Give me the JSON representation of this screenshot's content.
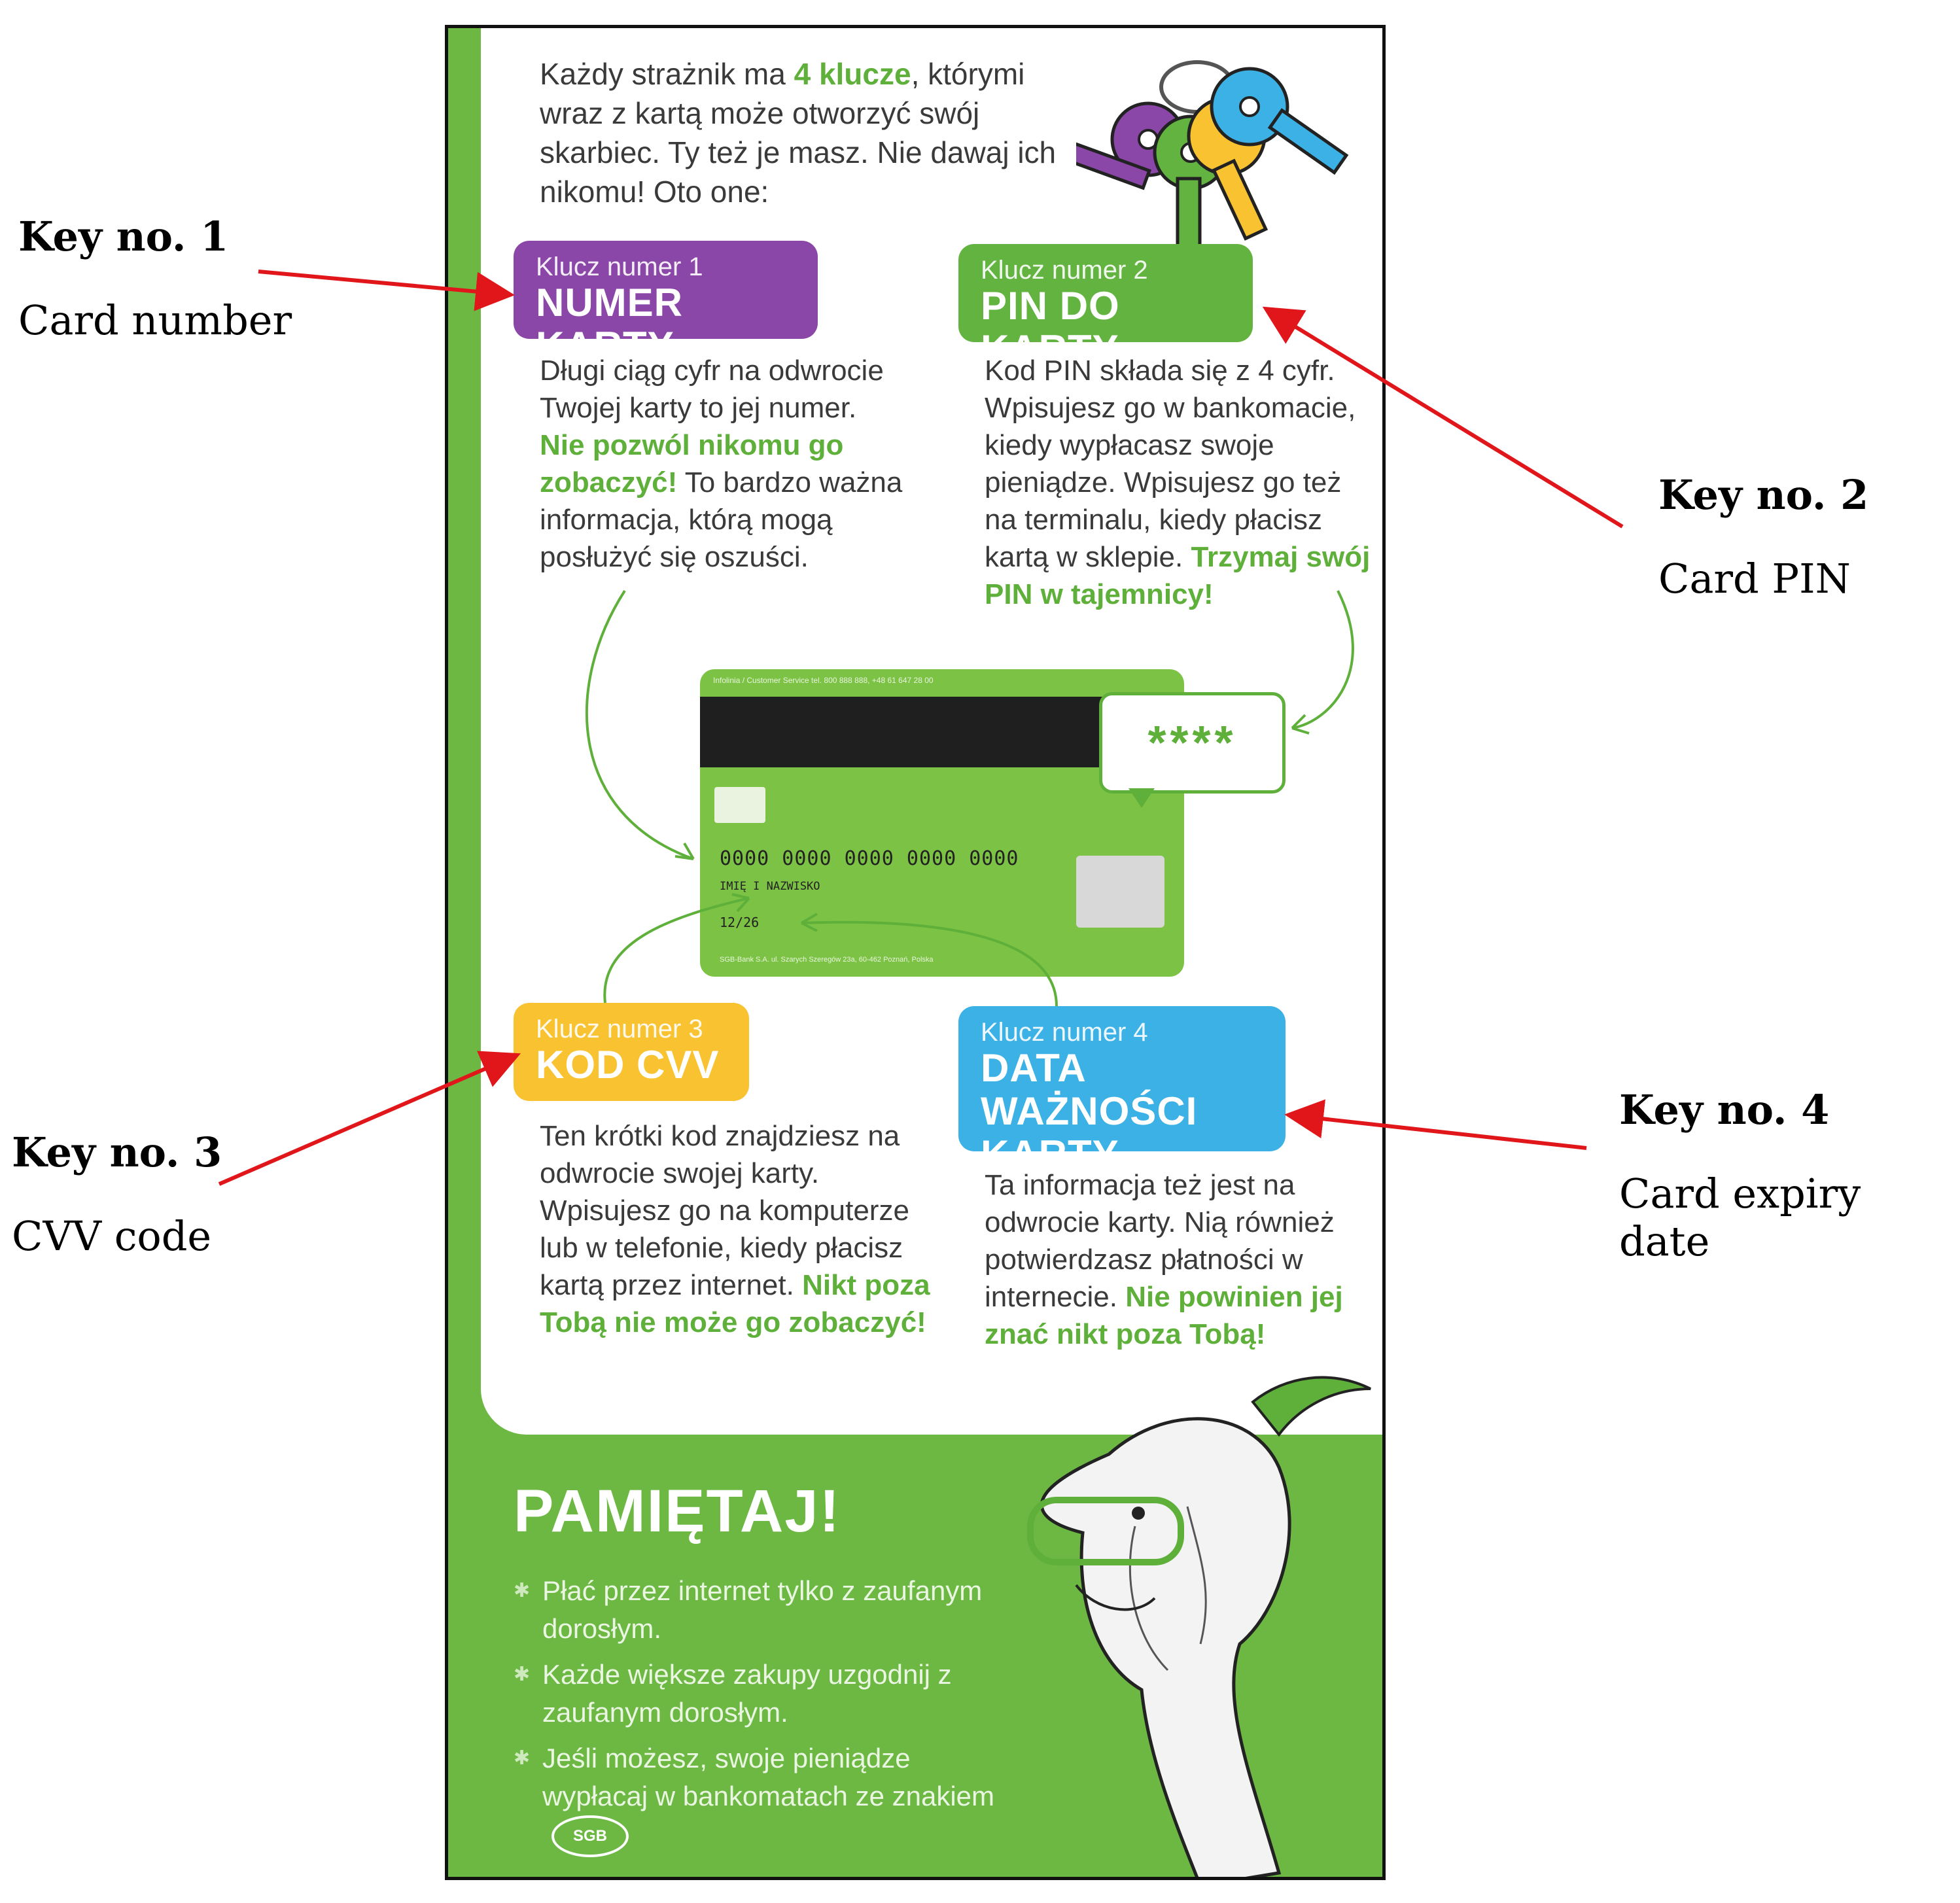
{
  "leaflet": {
    "intro": {
      "part1": "Każdy strażnik ma ",
      "highlight": "4 klucze",
      "part2": ", którymi wraz z kartą może otworzyć swój skarbiec. Ty też je masz. Nie dawaj ich nikomu! Oto one:"
    },
    "keys": [
      {
        "small": "Klucz numer 1",
        "title": "NUMER KARTY",
        "text_before": "Długi ciąg cyfr na odwrocie Twojej karty to jej numer. ",
        "highlight": "Nie pozwól nikomu go zobaczyć!",
        "text_after": " To bardzo ważna informacja, którą mogą posłużyć się oszuści.",
        "color": "#8b47a8"
      },
      {
        "small": "Klucz numer 2",
        "title": "PIN DO KARTY",
        "text_before": "Kod PIN składa się z 4 cyfr. Wpisujesz go w bankomacie, kiedy wypłacasz swoje pieniądze. Wpisujesz go też na terminalu, kiedy płacisz kartą w sklepie. ",
        "highlight": "Trzymaj swój PIN w tajemnicy!",
        "text_after": "",
        "color": "#62b33f"
      },
      {
        "small": "Klucz numer 3",
        "title": "KOD CVV",
        "text_before": "Ten krótki kod znajdziesz na odwrocie swojej karty. Wpisujesz go na komputerze lub w telefonie, kiedy płacisz kartą przez internet. ",
        "highlight": "Nikt poza Tobą nie może go zobaczyć!",
        "text_after": "",
        "color": "#f8c230"
      },
      {
        "small": "Klucz numer 4",
        "title": "DATA WAŻNOŚCI KARTY",
        "text_before": "Ta informacja też jest na odwrocie karty. Nią również potwierdzasz płatności w internecie. ",
        "highlight": "Nie powinien jej znać nikt poza Tobą!",
        "text_after": "",
        "color": "#3cb1e6"
      }
    ],
    "card": {
      "service_line": "Infolinia / Customer Service tel. 800 888 888, +48 61 647 28 00",
      "number": "0000 0000 0000 0000 0000",
      "name": "IMIĘ I NAZWISKO",
      "expiry": "12/26",
      "footer": "SGB-Bank S.A. ul. Szarych Szeregów 23a, 60-462 Poznań, Polska",
      "pin_bubble": "****"
    },
    "remember": {
      "title": "PAMIĘTAJ!",
      "tips": [
        "Płać przez internet tylko z zaufanym dorosłym.",
        "Każde większe zakupy uzgodnij z zaufanym dorosłym.",
        "Jeśli możesz, swoje pieniądze wypłacaj w bankomatach ze znakiem"
      ],
      "logo_text": "SGB"
    }
  },
  "annotations": [
    {
      "title": "Key no. 1",
      "subtitle": "Card number"
    },
    {
      "title": "Key no. 2",
      "subtitle": "Card PIN"
    },
    {
      "title": "Key no. 3",
      "subtitle": "CVV code"
    },
    {
      "title": "Key no. 4",
      "subtitle": "Card expiry date"
    }
  ],
  "colors": {
    "leaflet_green": "#6cb843",
    "highlight_green": "#5fb03a",
    "arrow_red": "#e0161b"
  }
}
